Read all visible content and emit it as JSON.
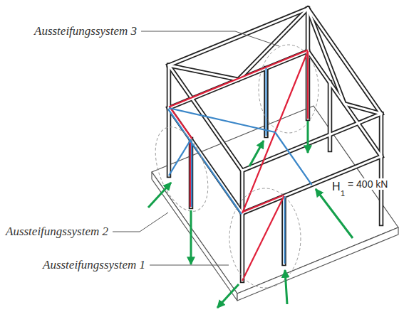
{
  "diagram": {
    "labels": [
      "Aussteifungssystem 3",
      "Aussteifungssystem 2",
      "Aussteifungssystem 1",
      "H",
      "1",
      "= 400 kN"
    ]
  }
}
